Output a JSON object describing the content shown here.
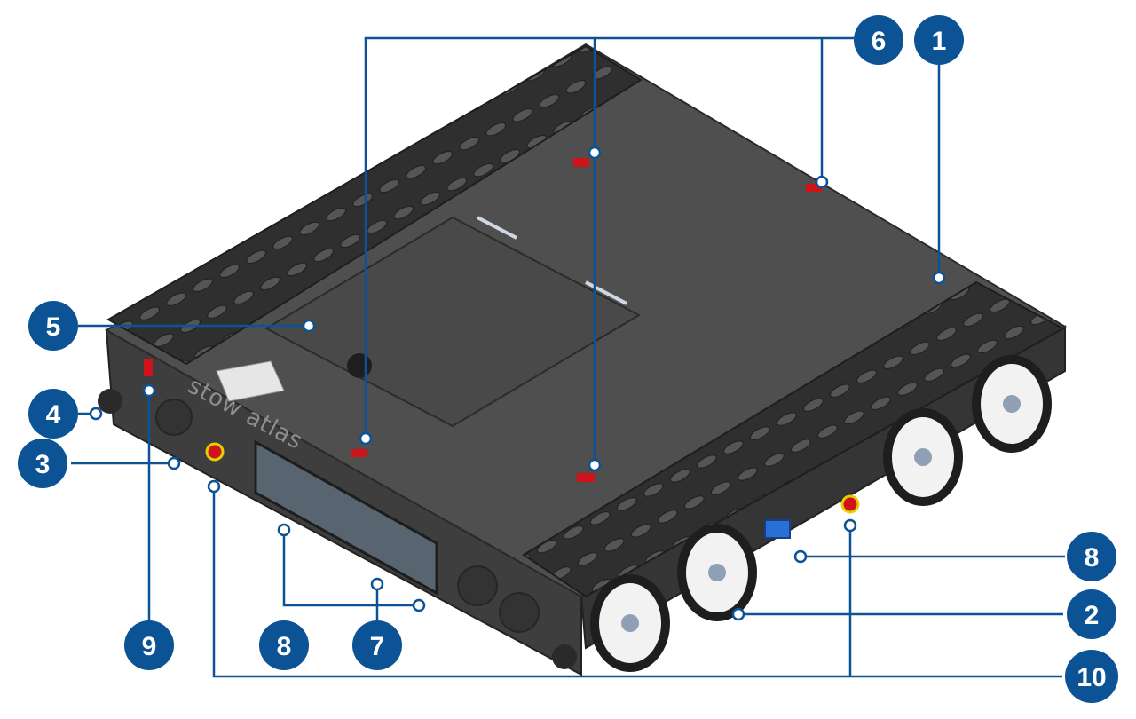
{
  "brand_label": "stow atlas",
  "colors": {
    "callout": "#0b5394",
    "callout_text": "#ffffff",
    "body_dark": "#3a3a3a",
    "top_plate": "#4d4d4d",
    "tread": "#2f2f2f",
    "wheel": "#f2f2f2",
    "emergency_stop": "#d0121b",
    "connector_blue": "#2a6fd6"
  },
  "callouts": [
    {
      "number": "1"
    },
    {
      "number": "2"
    },
    {
      "number": "3"
    },
    {
      "number": "4"
    },
    {
      "number": "5"
    },
    {
      "number": "6"
    },
    {
      "number": "7"
    },
    {
      "number": "8"
    },
    {
      "number": "9"
    },
    {
      "number": "10"
    }
  ]
}
